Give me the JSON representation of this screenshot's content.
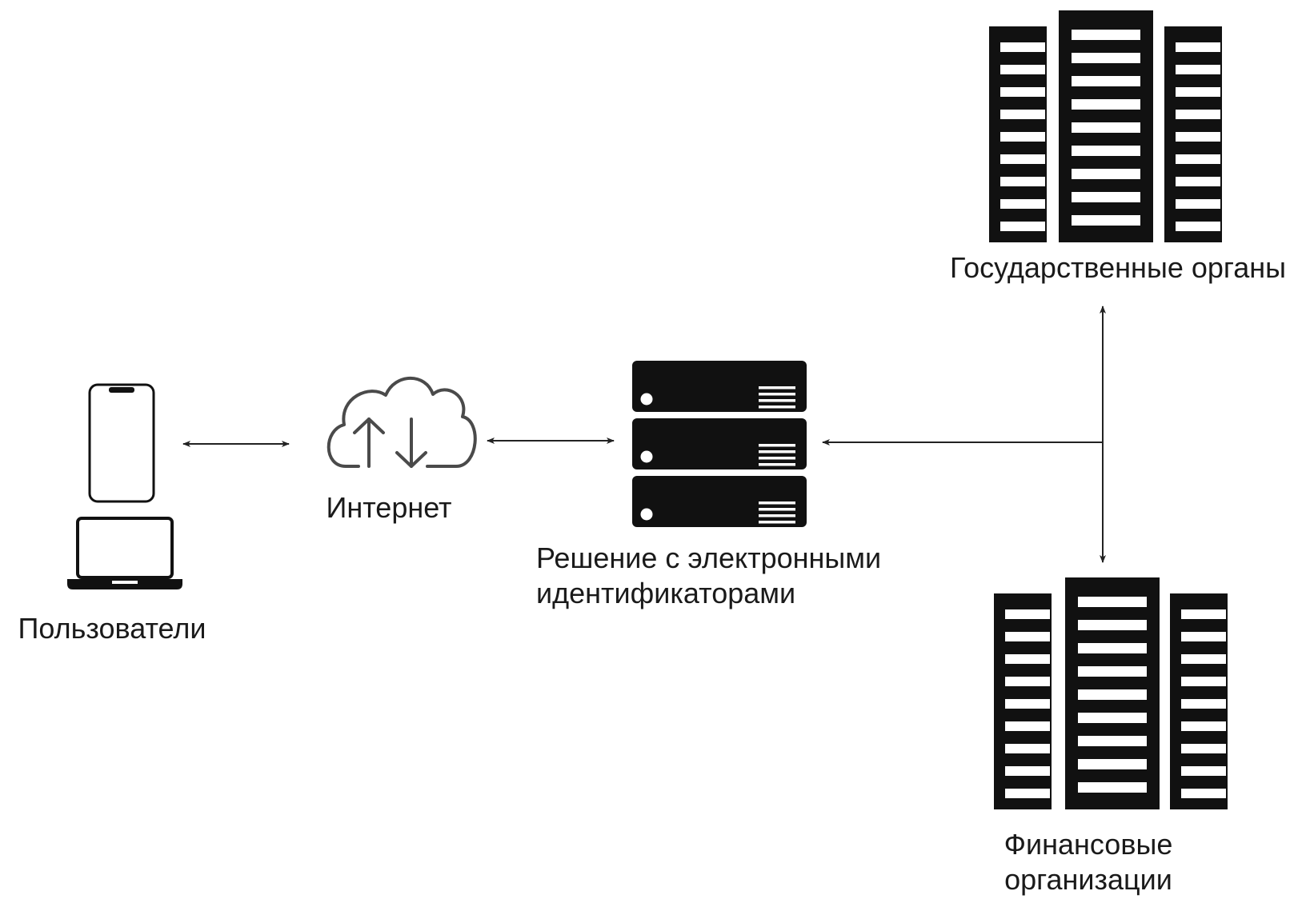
{
  "nodes": {
    "users": {
      "label": "Пользователи",
      "icons": [
        "smartphone-icon",
        "laptop-icon"
      ]
    },
    "internet": {
      "label": "Интернет",
      "icon": "cloud-upload-download-icon"
    },
    "solution": {
      "label": "Решение с электронными\nидентификаторами",
      "icon": "server-stack-icon"
    },
    "government": {
      "label": "Государственные органы",
      "icon": "building-icon"
    },
    "financial": {
      "label": "Финансовые\nорганизации",
      "icon": "building-icon"
    }
  },
  "colors": {
    "icon_fill": "#111111",
    "line": "#222222",
    "cloud_stroke": "#4a4a4a",
    "background": "#ffffff"
  }
}
